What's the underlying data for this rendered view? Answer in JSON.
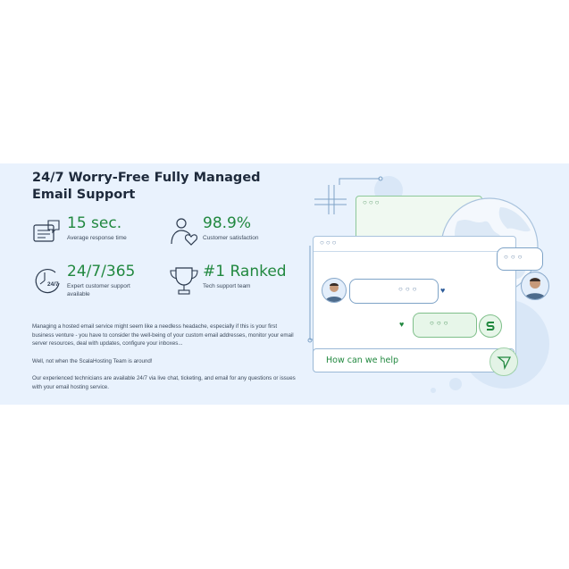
{
  "header": {
    "title": "24/7 Worry-Free Fully Managed Email Support"
  },
  "stats": [
    {
      "value": "15 sec.",
      "label": "Average response time",
      "icon": "chat-clock-icon"
    },
    {
      "value": "98.9%",
      "label": "Customer satisfaction",
      "icon": "person-heart-icon"
    },
    {
      "value": "24/7/365",
      "label": "Expert customer support available",
      "icon": "clock-24-7-icon",
      "icon_text": "24/7"
    },
    {
      "value": "#1 Ranked",
      "label": "Tech support team",
      "icon": "trophy-icon"
    }
  ],
  "paragraphs": [
    "Managing a hosted email service might seem like a needless headache, especially if this is your first business venture - you have to consider the well-being of your custom email addresses, monitor your email server resources, deal with updates, configure your inboxes...",
    "Well, not when the ScalaHosting Team is around!",
    "Our experienced technicians are available 24/7 via live chat, ticketing, and email for any questions or issues with your email hosting service."
  ],
  "chat": {
    "input_placeholder": "How can we help",
    "window_dots": "○○○",
    "typing": "○○○"
  },
  "colors": {
    "accent_green": "#21883f",
    "band": "#e9f2fd",
    "line_blue": "#7ea3c7"
  }
}
